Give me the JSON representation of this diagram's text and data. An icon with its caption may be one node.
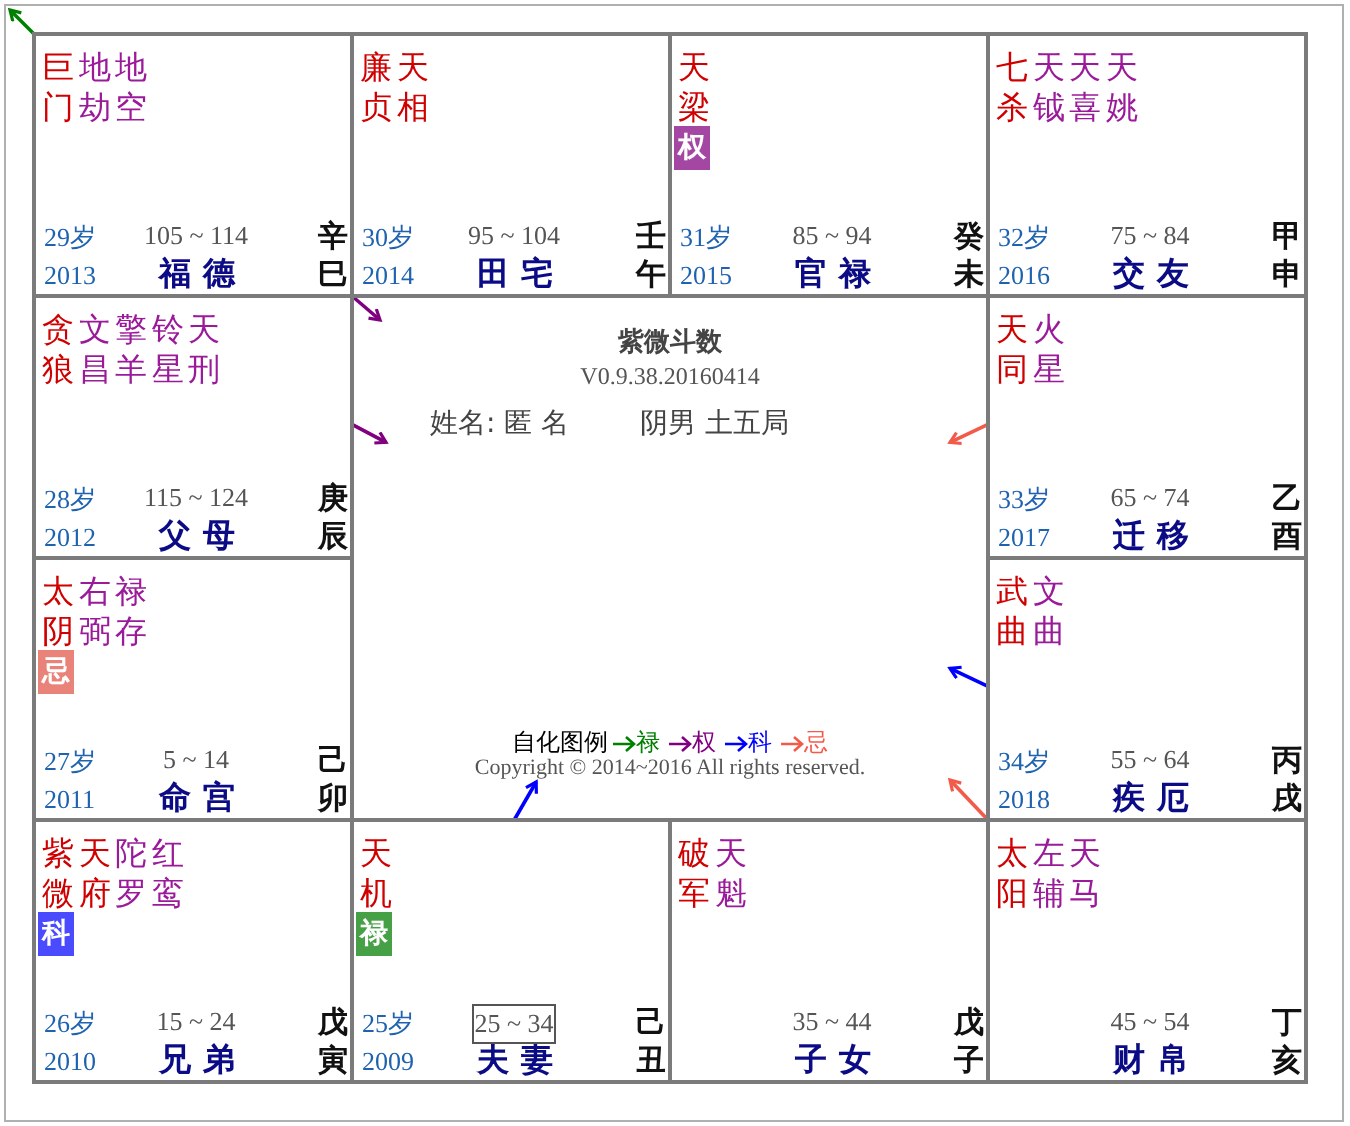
{
  "diagram": {
    "nodes": [
      {
        "text": [
          "巨门",
          "地劫",
          "地空",
          "29岁",
          "105 ~ 114",
          "2013",
          "福 德",
          "辛巳"
        ]
      },
      {
        "text": [
          "廉贞",
          "天相",
          "30岁",
          "95 ~ 104",
          "2014",
          "田 宅",
          "壬午"
        ]
      },
      {
        "text": [
          "天梁",
          "31岁",
          "85 ~ 94",
          "2015",
          "官 禄",
          "癸未"
        ]
      },
      {
        "text": [
          "权"
        ],
        "in": 2
      },
      {
        "text": [
          "七杀",
          "天钺",
          "天喜",
          "天姚",
          "32岁",
          "75 ~ 84",
          "2016",
          "交 友",
          "甲申"
        ]
      },
      {
        "text": [
          "贪狼",
          "文昌",
          "擎羊",
          "铃星",
          "天刑",
          "28岁",
          "115 ~ 124",
          "2012",
          "父 母",
          "庚辰"
        ]
      },
      {
        "text": [
          "紫微斗数",
          "V0.9.38.20160414",
          "姓名: 匿 名",
          "阴男 土五局",
          "自化图例",
          "Copyright © 2014~2016 All rights reserved."
        ]
      },
      {
        "text": [
          "天同",
          "火星",
          "33岁",
          "65 ~ 74",
          "2017",
          "迁 移",
          "乙酉"
        ]
      },
      {
        "text": [
          "太阴",
          "右弼",
          "禄存",
          "27岁",
          "5 ~ 14",
          "2011",
          "命 宫",
          "己卯"
        ]
      },
      {
        "text": [
          "忌"
        ],
        "in": 8
      },
      {
        "text": [
          "武曲",
          "文曲",
          "34岁",
          "55 ~ 64",
          "2018",
          "疾 厄",
          "丙戌"
        ]
      },
      {
        "text": [
          "紫微",
          "天府",
          "陀罗",
          "红鸾",
          "26岁",
          "15 ~ 24",
          "2010",
          "兄 弟",
          "戊寅"
        ]
      },
      {
        "text": [
          "科"
        ],
        "in": 11
      },
      {
        "text": [
          "天机",
          "25岁",
          "2009",
          "夫 妻",
          "己丑"
        ]
      },
      {
        "text": [
          "禄"
        ],
        "in": 13
      },
      {
        "text": [
          "25 ~ 34"
        ],
        "in": 13
      },
      {
        "text": [
          "破军",
          "天魁",
          "35 ~ 44",
          "子 女",
          "戊子"
        ]
      },
      {
        "text": [
          "太阳",
          "左辅",
          "天马",
          "45 ~ 54",
          "财 帛",
          "丁亥"
        ]
      }
    ],
    "edges": [
      {
        "from": 0,
        "to": null,
        "arrow": "to",
        "color": "#008000"
      },
      {
        "from": 0,
        "to": 6,
        "arrow": "to",
        "color": "#800080"
      },
      {
        "from": 5,
        "to": 6,
        "arrow": "to",
        "color": "#800080"
      },
      {
        "from": 7,
        "to": 6,
        "arrow": "to",
        "color": "#f25a4a"
      },
      {
        "from": 10,
        "to": 6,
        "arrow": "to",
        "color": "#0000ff"
      },
      {
        "from": 17,
        "to": 6,
        "arrow": "to",
        "color": "#f25a4a"
      },
      {
        "from": 13,
        "to": 6,
        "arrow": "to",
        "color": "#0000ff"
      }
    ],
    "legend": [
      {
        "text": "禄",
        "color": "#008000"
      },
      {
        "text": "权",
        "color": "#800080"
      },
      {
        "text": "科",
        "color": "#0000ff"
      },
      {
        "text": "忌",
        "color": "#f25a4a"
      }
    ]
  }
}
